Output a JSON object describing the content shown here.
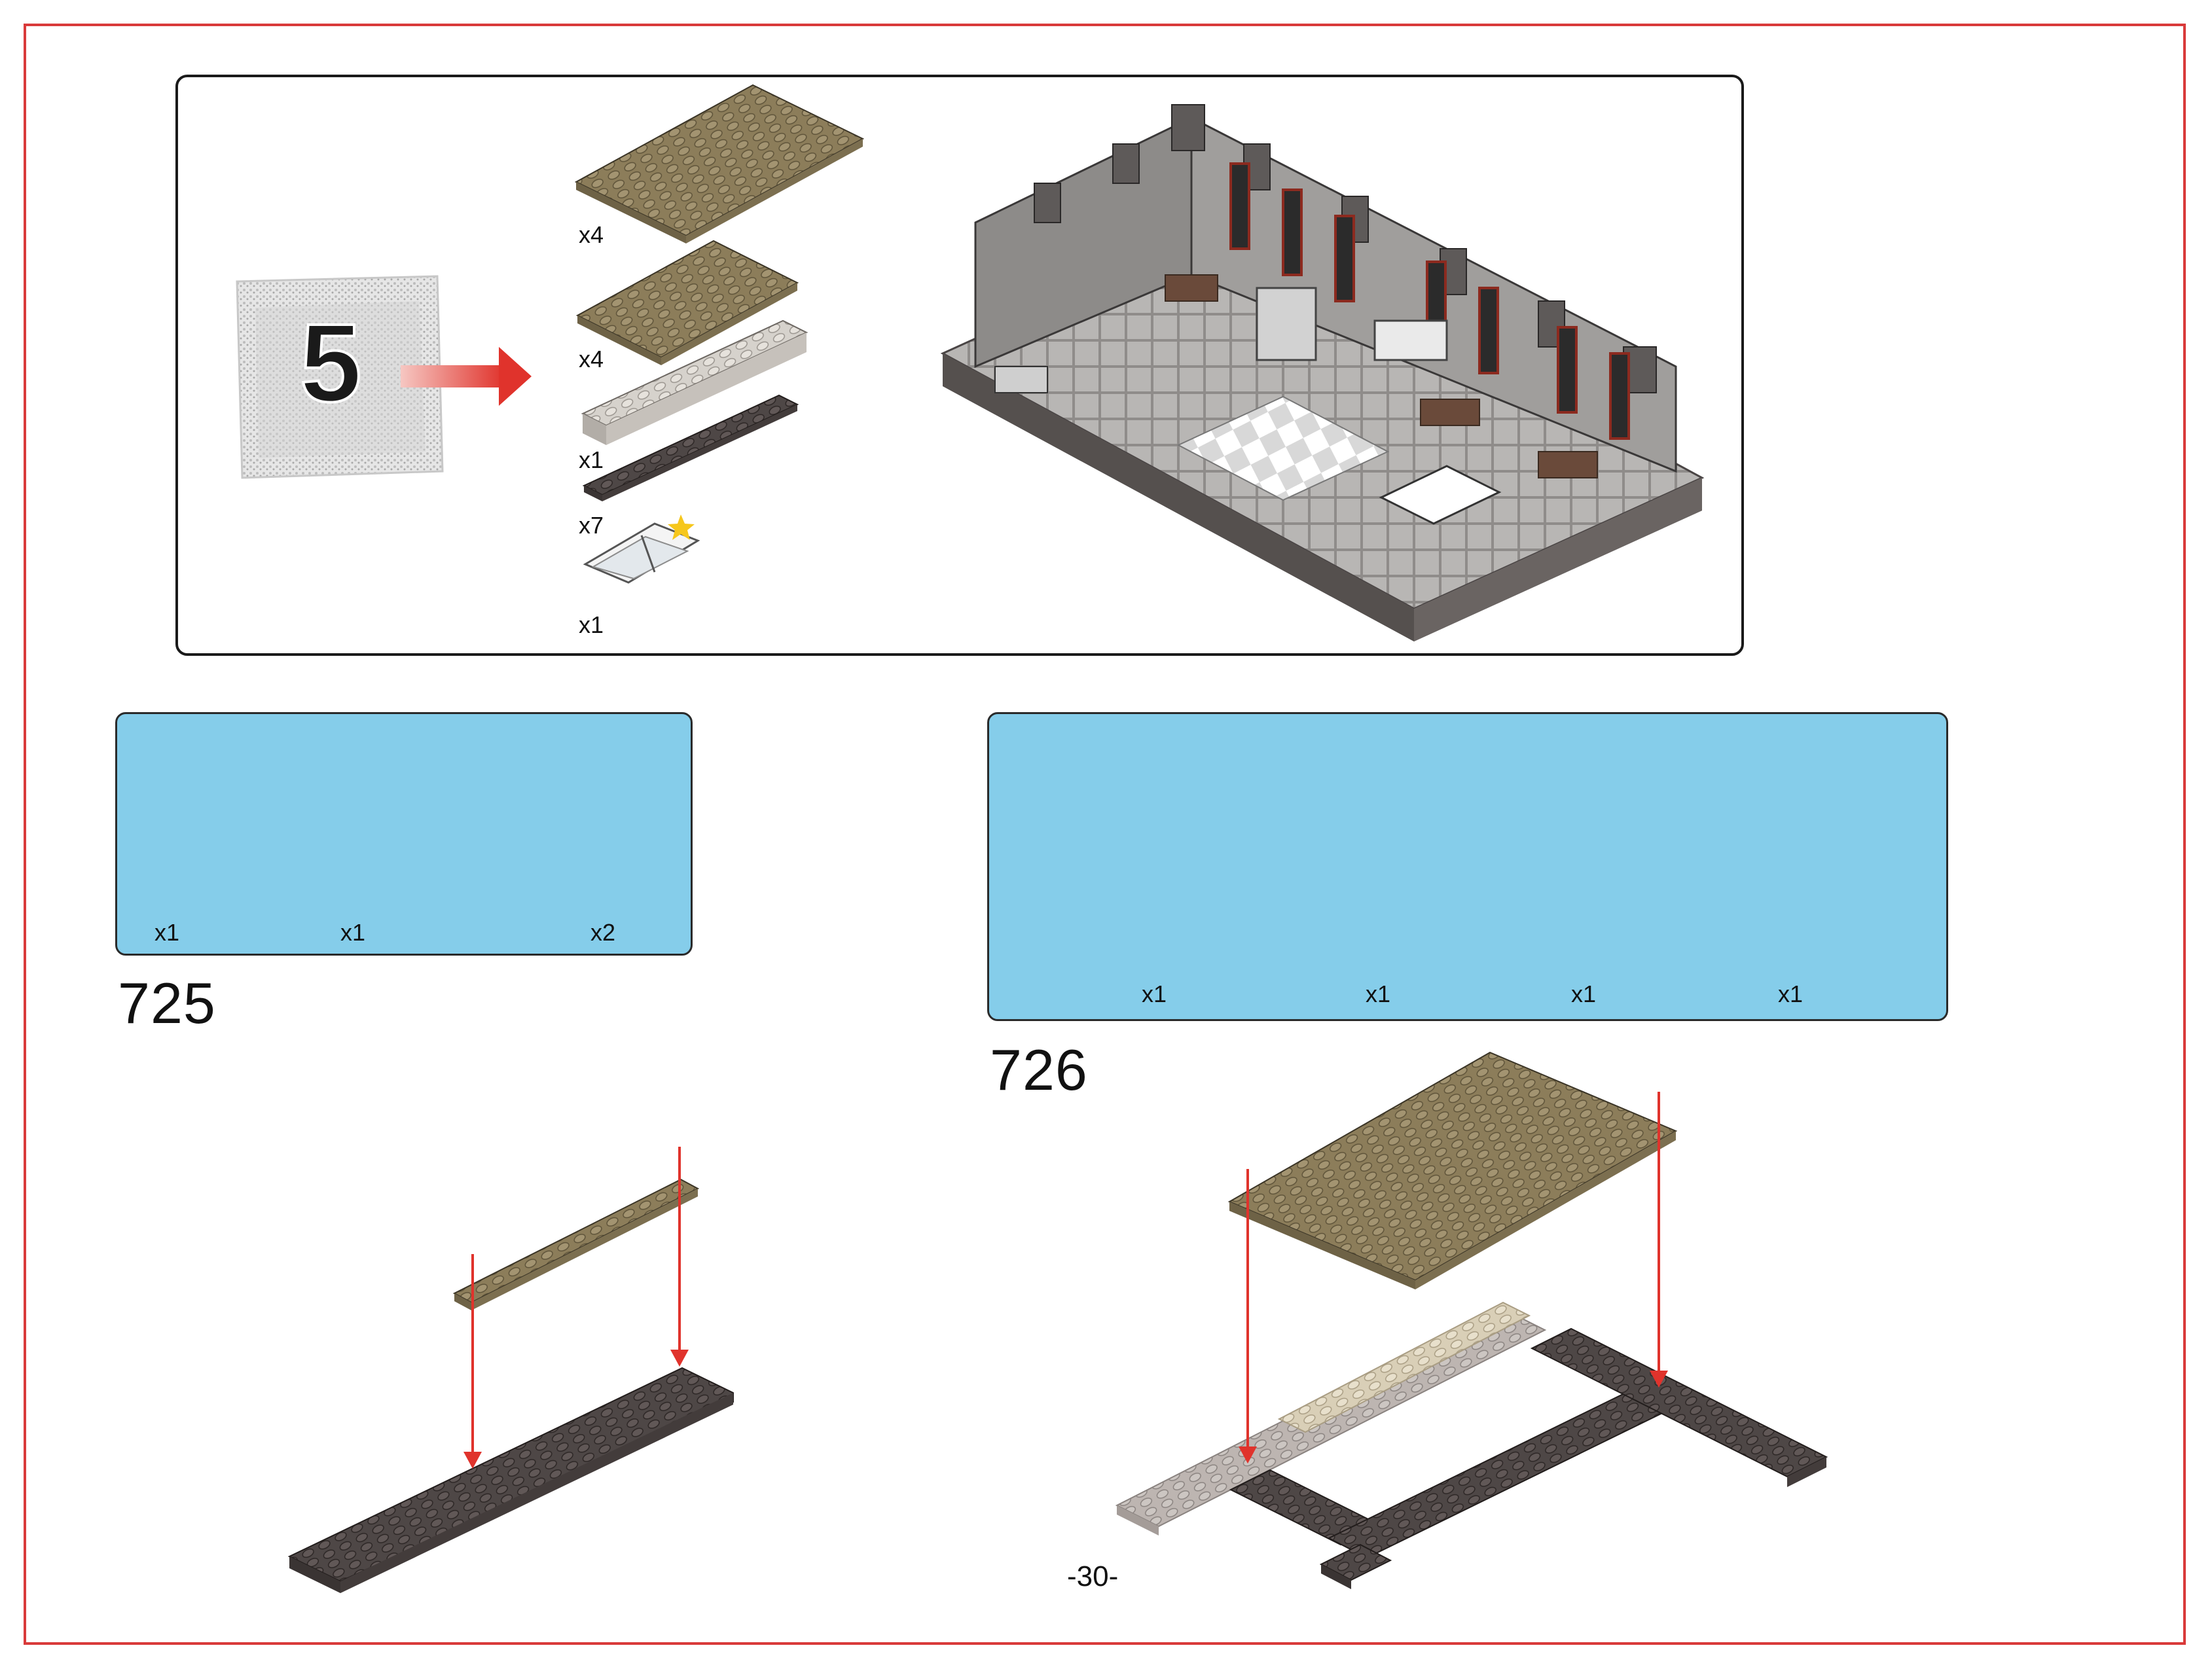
{
  "bag": {
    "number": "5"
  },
  "parts_list": [
    {
      "qty": "x4",
      "color": "#8c7d5a",
      "part": "tan-plate-large"
    },
    {
      "qty": "x4",
      "color": "#8c7d5a",
      "part": "tan-plate-medium"
    },
    {
      "qty": "x1",
      "color": "#cfcbc6",
      "part": "light-gray-brick-long"
    },
    {
      "qty": "x7",
      "color": "#4e4746",
      "part": "dark-gray-plate-long"
    },
    {
      "qty": "x1",
      "color": "#f2f2f2",
      "part": "clear-window-piece"
    }
  ],
  "steps": [
    {
      "number": "725",
      "callout_qty": [
        "x1",
        "x1",
        "x2"
      ]
    },
    {
      "number": "726",
      "callout_qty": [
        "x1",
        "x1",
        "x1",
        "x1"
      ]
    }
  ],
  "page_number": "-30-",
  "colors": {
    "border_red": "#d93a3a",
    "callout_blue": "#85cdea",
    "tan": "#8c7d5a",
    "dark_brick": "#4e4746",
    "arrow_red": "#e0332c"
  }
}
